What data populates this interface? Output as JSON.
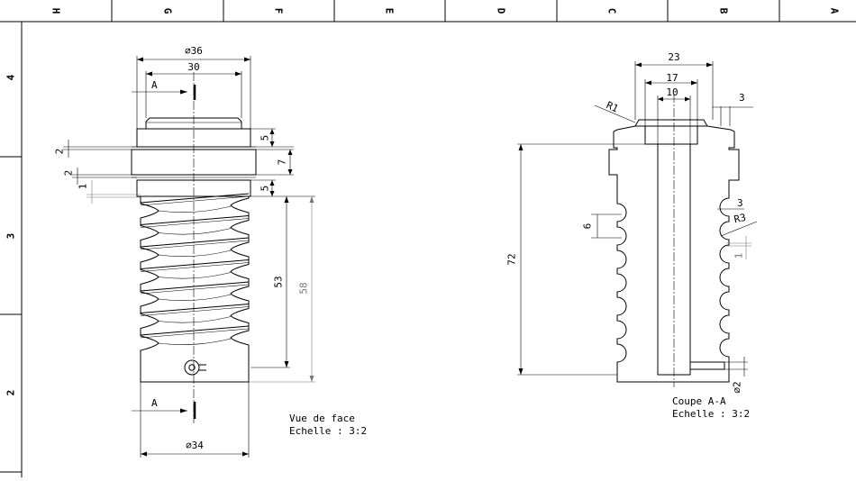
{
  "border": {
    "columns": [
      "H",
      "G",
      "F",
      "E",
      "D",
      "C",
      "B",
      "A"
    ],
    "rows": [
      "4",
      "3",
      "2"
    ]
  },
  "front_view": {
    "dim_phi36": "⌀36",
    "dim_30": "30",
    "dim_5_top": "5",
    "dim_7": "7",
    "dim_5_bottom": "5",
    "dim_2_a": "2",
    "dim_2_b": "2",
    "dim_1": "1",
    "dim_53": "53",
    "dim_58": "58",
    "dim_phi34": "⌀34",
    "section_label_top": "A",
    "section_label_bottom": "A",
    "caption_line1": "Vue de face",
    "caption_line2": "Echelle :  3:2"
  },
  "section_view": {
    "dim_23": "23",
    "dim_17": "17",
    "dim_10": "10",
    "dim_3_top": "3",
    "dim_r1": "R1",
    "dim_3_mid": "3",
    "dim_r3": "R3",
    "dim_6": "6",
    "dim_72": "72",
    "dim_1": "1",
    "dim_phi2": "⌀2",
    "caption_line1": "Coupe A-A",
    "caption_line2": "Echelle :  3:2"
  }
}
